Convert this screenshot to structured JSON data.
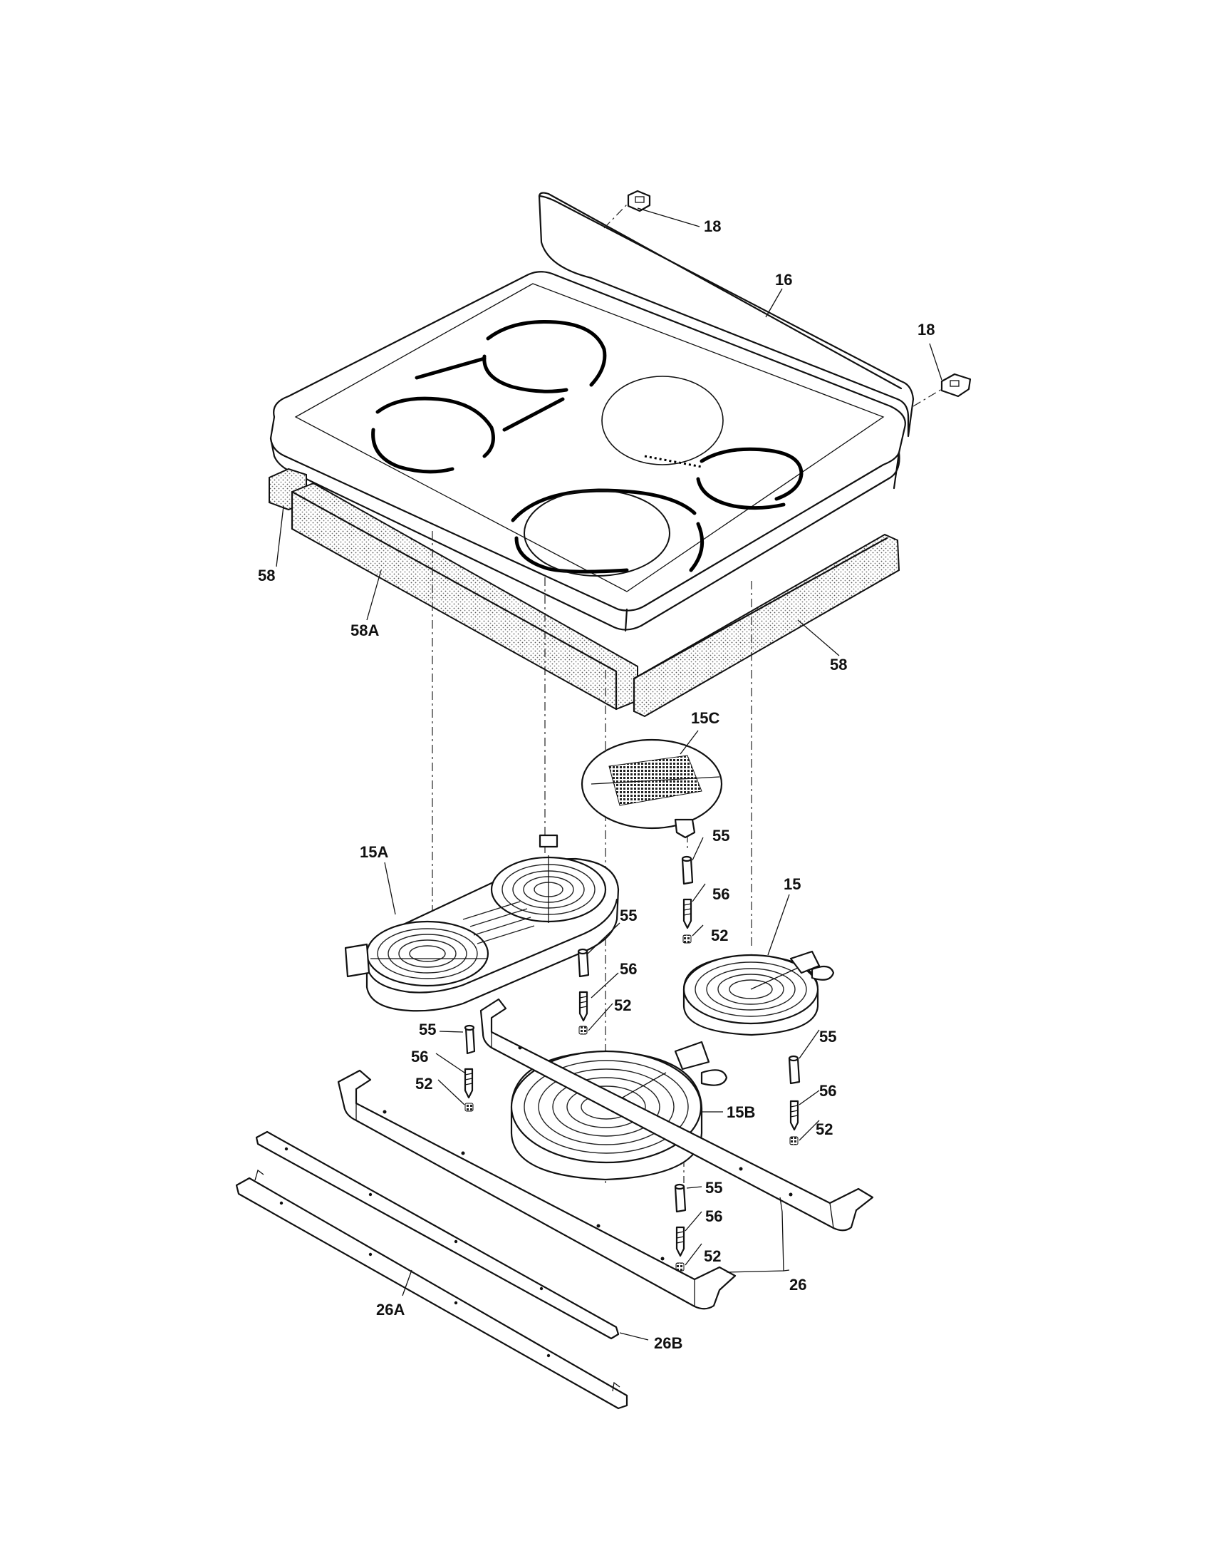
{
  "callouts": {
    "c18_top": "18",
    "c18_right": "18",
    "c16": "16",
    "c58_left": "58",
    "c58A": "58A",
    "c58_right": "58",
    "c15C": "15C",
    "c15A": "15A",
    "c15": "15",
    "c15B": "15B",
    "c55_a": "55",
    "c56_a": "56",
    "c52_a": "52",
    "c55_b": "55",
    "c56_b": "56",
    "c52_b": "52",
    "c55_c": "55",
    "c56_c": "56",
    "c52_c": "52",
    "c55_d": "55",
    "c56_d": "56",
    "c52_d": "52",
    "c55_e": "55",
    "c56_e": "56",
    "c52_e": "52",
    "c26": "26",
    "c26A": "26A",
    "c26B": "26B"
  }
}
